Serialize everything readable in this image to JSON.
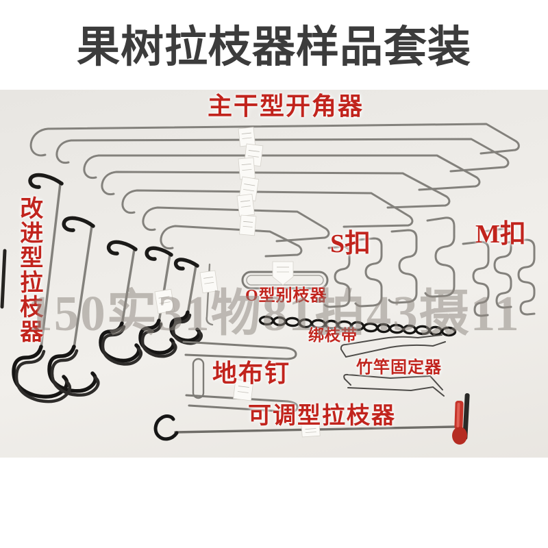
{
  "title": "果树拉枝器样品套装",
  "watermark": "150实31物81拍43摄11",
  "labels": {
    "trunk_spreader": "主干型开角器",
    "improved_puller": "改进型拉枝器",
    "s_hook": "S扣",
    "m_hook": "M扣",
    "o_clip": "O型别枝器",
    "binding_tape": "绑枝带",
    "ground_nail": "地布钉",
    "bamboo_fixer": "竹竿固定器",
    "adjustable_puller": "可调型拉枝器"
  },
  "colors": {
    "label_red": "#c1241d",
    "title_gray": "#3c3c3c",
    "wire_silver": "#83817c",
    "wire_black": "#1b1a18",
    "handle_red": "#c5342a",
    "watermark_gray": "#8f8881"
  }
}
